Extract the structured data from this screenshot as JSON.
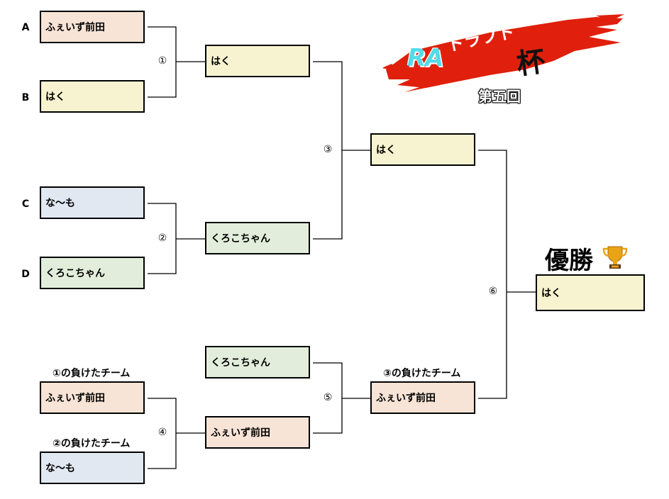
{
  "title": {
    "latin": "RA",
    "kana": "ドラフト",
    "kanji": "杯",
    "edition": "第五回"
  },
  "seeds": [
    "A",
    "B",
    "C",
    "D"
  ],
  "round1": [
    {
      "team": "ふぇいず前田",
      "color": "#f7e4d6"
    },
    {
      "team": "はく",
      "color": "#f7f3d0"
    },
    {
      "team": "な～も",
      "color": "#e1e8f2"
    },
    {
      "team": "くろこちゃん",
      "color": "#e2eedb"
    }
  ],
  "losers_round": {
    "caption1": "①の負けたチーム",
    "team1": "ふぇいず前田",
    "caption2": "②の負けたチーム",
    "team2": "な～も"
  },
  "round2": {
    "match1_winner": "はく",
    "match2_winner": "くろこちゃん",
    "bracket5_top": "くろこちゃん",
    "match4_winner": "ふぇいず前田"
  },
  "round3": {
    "match3_winner": "はく",
    "caption": "③の負けたチーム",
    "match5_winner": "ふぇいず前田"
  },
  "final": {
    "label": "優勝",
    "trophy_icon": "trophy-icon",
    "champion": "はく"
  },
  "match_numbers": [
    "①",
    "②",
    "③",
    "④",
    "⑤",
    "⑥"
  ],
  "colors": {
    "orange": "#f7e4d6",
    "yellow": "#f7f3d0",
    "blue": "#e1e8f2",
    "green": "#e2eedb",
    "banner_red": "#e0200c",
    "title_cyan": "#54dbe8"
  }
}
